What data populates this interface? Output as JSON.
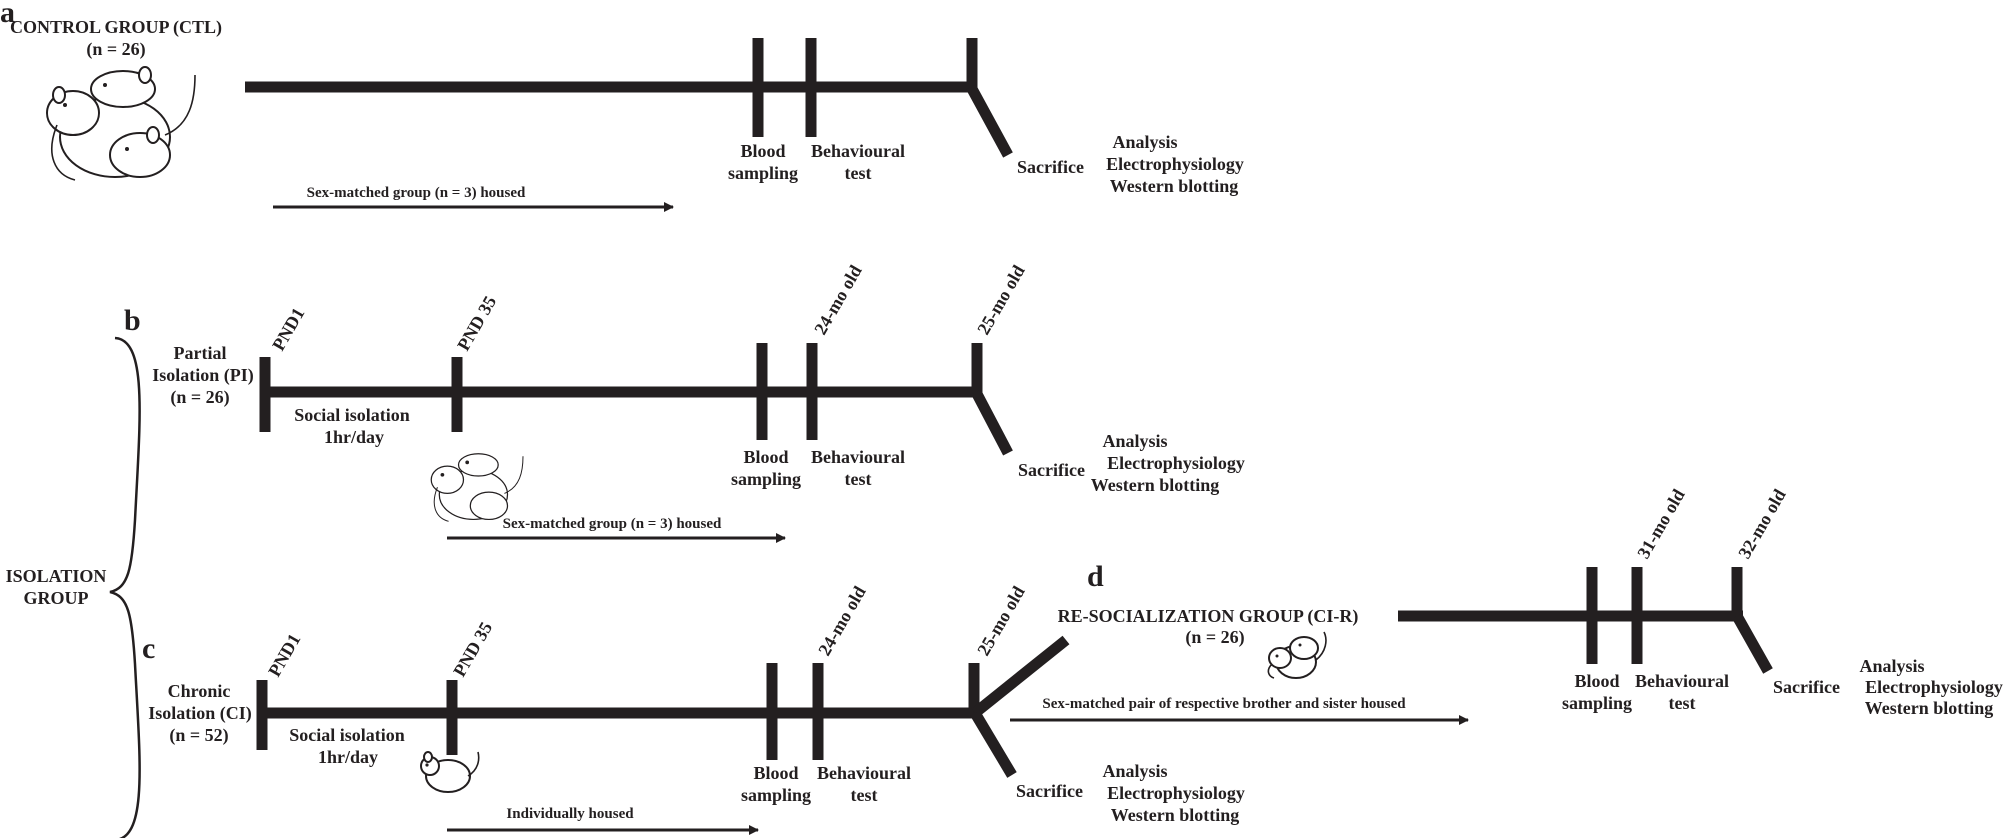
{
  "panels": {
    "a": "a",
    "b": "b",
    "c": "c",
    "d": "d"
  },
  "control": {
    "title": "CONTROL GROUP (CTL)",
    "n": "(n = 26)",
    "housing": "Sex-matched group (n = 3) housed",
    "blood": [
      "Blood",
      "sampling"
    ],
    "behaviour": [
      "Behavioural",
      "test"
    ],
    "sacrifice": "Sacrifice",
    "analysis": [
      "Analysis",
      "Electrophysiology",
      "Western blotting"
    ]
  },
  "isolation_group": [
    "ISOLATION",
    "GROUP"
  ],
  "partial": {
    "name": [
      "Partial",
      "Isolation (PI)",
      "(n = 26)"
    ],
    "pnd1": "PND1",
    "pnd35": "PND 35",
    "age24": "24-mo old",
    "age25": "25-mo old",
    "social": [
      "Social isolation",
      "1hr/day"
    ],
    "housing": "Sex-matched group (n = 3) housed",
    "blood": [
      "Blood",
      "sampling"
    ],
    "behaviour": [
      "Behavioural",
      "test"
    ],
    "sacrifice": "Sacrifice",
    "analysis": [
      "Analysis",
      "Electrophysiology",
      "Western blotting"
    ]
  },
  "chronic": {
    "name": [
      "Chronic",
      "Isolation (CI)",
      "(n = 52)"
    ],
    "pnd1": "PND1",
    "pnd35": "PND 35",
    "age24": "24-mo old",
    "age25": "25-mo old",
    "social": [
      "Social isolation",
      "1hr/day"
    ],
    "housing": "Individually housed",
    "blood": [
      "Blood",
      "sampling"
    ],
    "behaviour": [
      "Behavioural",
      "test"
    ],
    "sacrifice": "Sacrifice",
    "analysis": [
      "Analysis",
      "Electrophysiology",
      "Western blotting"
    ]
  },
  "resocial": {
    "title": "RE-SOCIALIZATION GROUP (CI-R)",
    "n": "(n = 26)",
    "housing": "Sex-matched pair of respective brother and sister housed",
    "age31": "31-mo old",
    "age32": "32-mo old",
    "blood": [
      "Blood",
      "sampling"
    ],
    "behaviour": [
      "Behavioural",
      "test"
    ],
    "sacrifice": "Sacrifice",
    "analysis": [
      "Analysis",
      "Electrophysiology",
      "Western blotting"
    ]
  },
  "colors": {
    "ink": "#231f20",
    "background": "#ffffff"
  },
  "icons": [
    "mouse-group-icon",
    "single-mouse-icon",
    "mouse-pair-icon",
    "right-arrow-icon",
    "curly-brace-icon"
  ]
}
